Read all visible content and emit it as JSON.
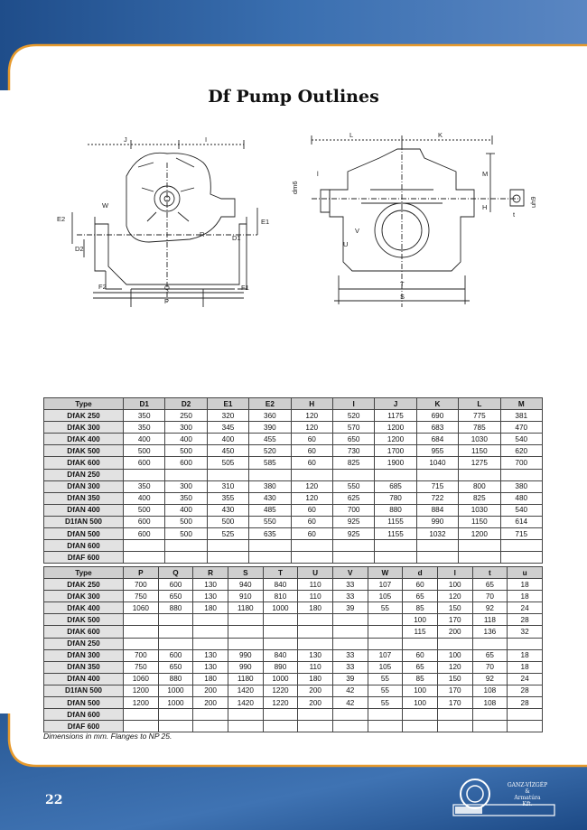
{
  "page": {
    "title": "Df Pump Outlines",
    "page_number": "22",
    "note": "Dimensions in mm. Flanges to NP 25."
  },
  "logo": {
    "line1": "GANZ-VÍZGÉP",
    "line2": "&",
    "line3": "Armatúra",
    "line4": "Kft."
  },
  "colors": {
    "brand_blue": "#2f5f9c",
    "accent_orange": "#e79a2c",
    "header_gray": "#cfcfcf"
  },
  "drawing_labels": {
    "left": [
      "J",
      "I",
      "W",
      "E2",
      "D2",
      "R",
      "E1",
      "D1",
      "F2",
      "Q",
      "P",
      "F1"
    ],
    "right": [
      "L",
      "K",
      "dm6",
      "l",
      "M",
      "H",
      "uh9",
      "t",
      "V",
      "U",
      "T",
      "S"
    ]
  },
  "table1": {
    "headers": [
      "Type",
      "D1",
      "D2",
      "E1",
      "E2",
      "H",
      "I",
      "J",
      "K",
      "L",
      "M"
    ],
    "rows": [
      [
        "DfAK 250",
        "350",
        "250",
        "320",
        "360",
        "120",
        "520",
        "1175",
        "690",
        "775",
        "381"
      ],
      [
        "DfAK 300",
        "350",
        "300",
        "345",
        "390",
        "120",
        "570",
        "1200",
        "683",
        "785",
        "470"
      ],
      [
        "DfAK 400",
        "400",
        "400",
        "400",
        "455",
        "60",
        "650",
        "1200",
        "684",
        "1030",
        "540"
      ],
      [
        "DfAK 500",
        "500",
        "500",
        "450",
        "520",
        "60",
        "730",
        "1700",
        "955",
        "1150",
        "620"
      ],
      [
        "DfAK 600",
        "600",
        "600",
        "505",
        "585",
        "60",
        "825",
        "1900",
        "1040",
        "1275",
        "700"
      ],
      [
        "DfAN 250",
        "",
        "",
        "",
        "",
        "",
        "",
        "",
        "",
        "",
        ""
      ],
      [
        "DfAN 300",
        "350",
        "300",
        "310",
        "380",
        "120",
        "550",
        "685",
        "715",
        "800",
        "380"
      ],
      [
        "DfAN 350",
        "400",
        "350",
        "355",
        "430",
        "120",
        "625",
        "780",
        "722",
        "825",
        "480"
      ],
      [
        "DfAN 400",
        "500",
        "400",
        "430",
        "485",
        "60",
        "700",
        "880",
        "884",
        "1030",
        "540"
      ],
      [
        "D1fAN 500",
        "600",
        "500",
        "500",
        "550",
        "60",
        "925",
        "1155",
        "990",
        "1150",
        "614"
      ],
      [
        "DfAN 500",
        "600",
        "500",
        "525",
        "635",
        "60",
        "925",
        "1155",
        "1032",
        "1200",
        "715"
      ],
      [
        "DfAN 600",
        "",
        "",
        "",
        "",
        "",
        "",
        "",
        "",
        "",
        ""
      ],
      [
        "DfAF 600",
        "",
        "",
        "",
        "",
        "",
        "",
        "",
        "",
        "",
        ""
      ]
    ]
  },
  "table2": {
    "headers": [
      "Type",
      "P",
      "Q",
      "R",
      "S",
      "T",
      "U",
      "V",
      "W",
      "d",
      "l",
      "t",
      "u"
    ],
    "rows": [
      [
        "DfAK 250",
        "700",
        "600",
        "130",
        "940",
        "840",
        "110",
        "33",
        "107",
        "60",
        "100",
        "65",
        "18"
      ],
      [
        "DfAK 300",
        "750",
        "650",
        "130",
        "910",
        "810",
        "110",
        "33",
        "105",
        "65",
        "120",
        "70",
        "18"
      ],
      [
        "DfAK 400",
        "1060",
        "880",
        "180",
        "1180",
        "1000",
        "180",
        "39",
        "55",
        "85",
        "150",
        "92",
        "24"
      ],
      [
        "DfAK 500",
        "",
        "",
        "",
        "",
        "",
        "",
        "",
        "",
        "100",
        "170",
        "118",
        "28"
      ],
      [
        "DfAK 600",
        "",
        "",
        "",
        "",
        "",
        "",
        "",
        "",
        "115",
        "200",
        "136",
        "32"
      ],
      [
        "DfAN 250",
        "",
        "",
        "",
        "",
        "",
        "",
        "",
        "",
        "",
        "",
        "",
        ""
      ],
      [
        "DfAN 300",
        "700",
        "600",
        "130",
        "990",
        "840",
        "130",
        "33",
        "107",
        "60",
        "100",
        "65",
        "18"
      ],
      [
        "DfAN 350",
        "750",
        "650",
        "130",
        "990",
        "890",
        "110",
        "33",
        "105",
        "65",
        "120",
        "70",
        "18"
      ],
      [
        "DfAN 400",
        "1060",
        "880",
        "180",
        "1180",
        "1000",
        "180",
        "39",
        "55",
        "85",
        "150",
        "92",
        "24"
      ],
      [
        "D1fAN 500",
        "1200",
        "1000",
        "200",
        "1420",
        "1220",
        "200",
        "42",
        "55",
        "100",
        "170",
        "108",
        "28"
      ],
      [
        "DfAN 500",
        "1200",
        "1000",
        "200",
        "1420",
        "1220",
        "200",
        "42",
        "55",
        "100",
        "170",
        "108",
        "28"
      ],
      [
        "DfAN 600",
        "",
        "",
        "",
        "",
        "",
        "",
        "",
        "",
        "",
        "",
        "",
        ""
      ],
      [
        "DfAF 600",
        "",
        "",
        "",
        "",
        "",
        "",
        "",
        "",
        "",
        "",
        "",
        ""
      ]
    ]
  }
}
